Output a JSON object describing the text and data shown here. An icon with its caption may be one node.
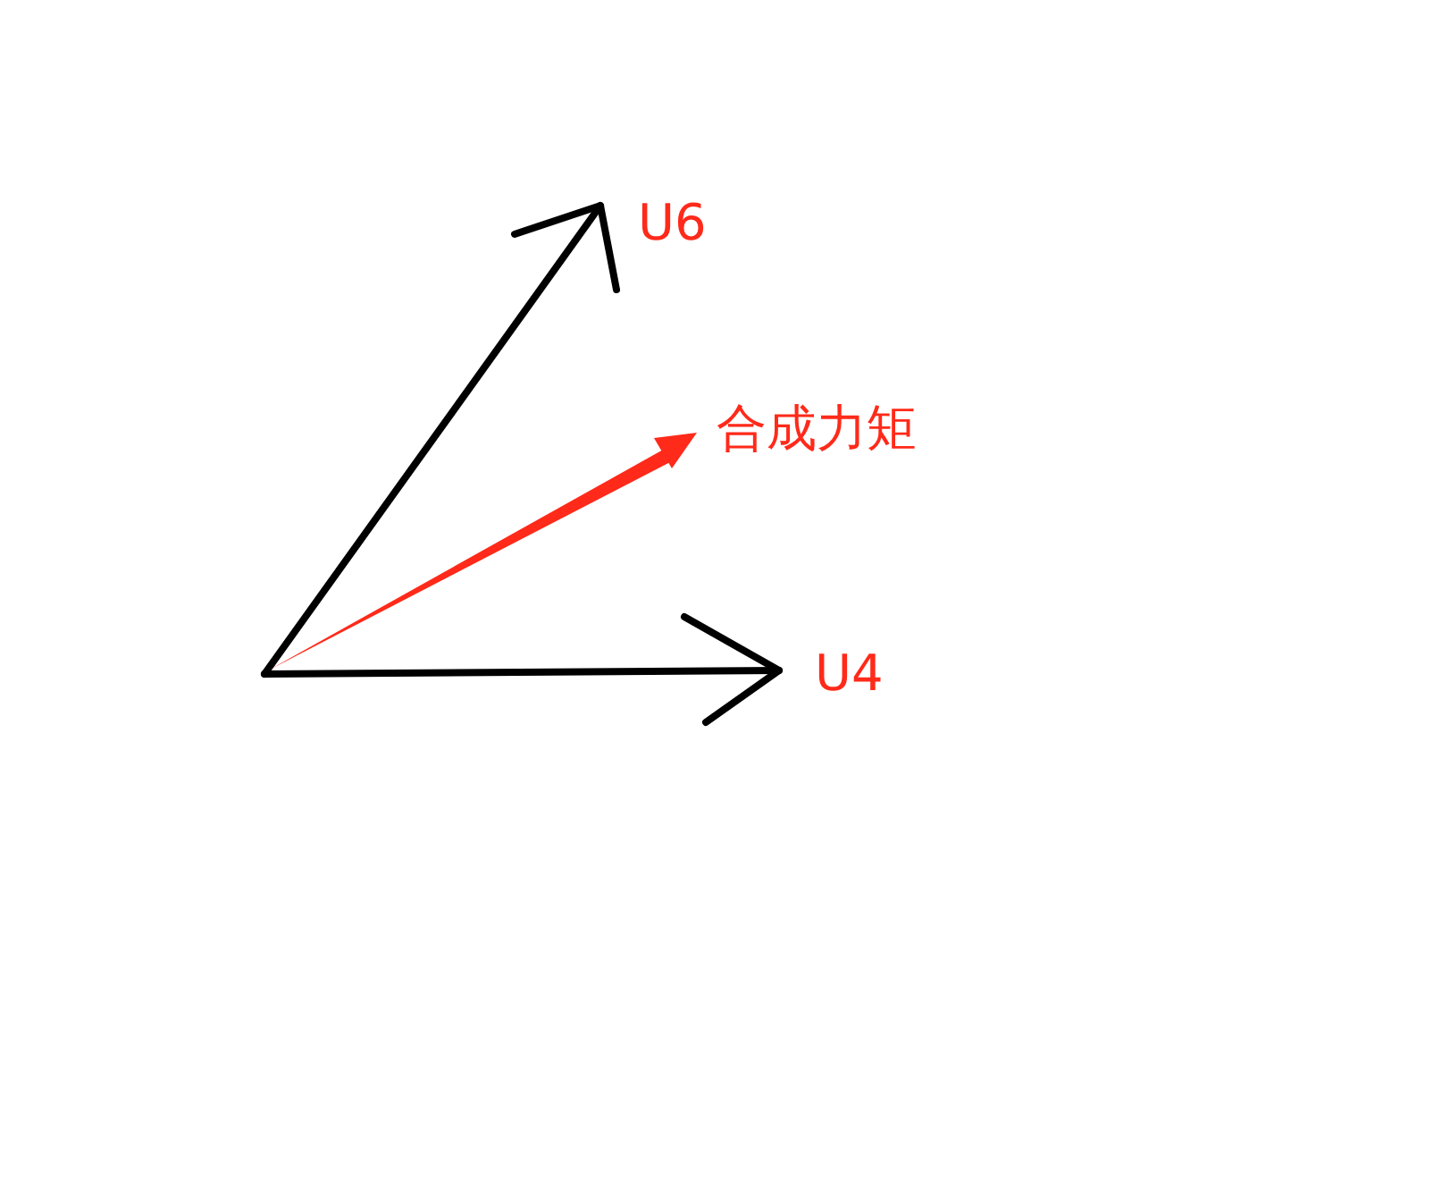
{
  "diagram": {
    "labels": [
      "U6",
      "合成力矩",
      "U4"
    ]
  }
}
